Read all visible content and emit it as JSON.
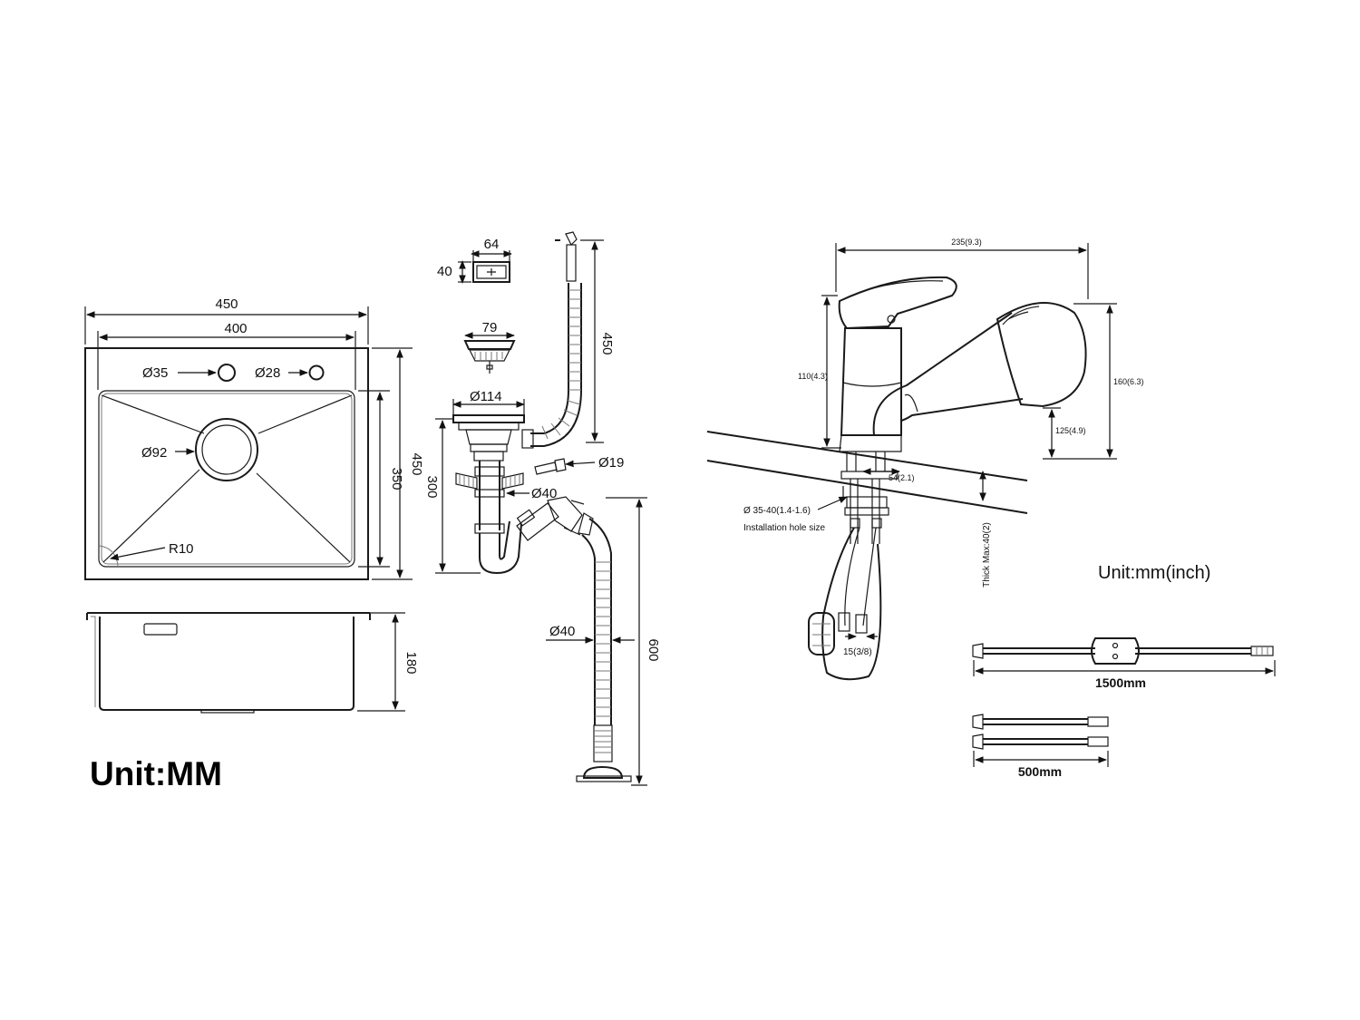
{
  "sink": {
    "width_outer": "450",
    "width_inner": "400",
    "height_outer": "450",
    "height_inner": "350",
    "hole1": "Ø35",
    "hole2": "Ø28",
    "drain_hole": "Ø92",
    "corner_radius": "R10",
    "depth": "180",
    "unit": "Unit:MM"
  },
  "drain_kit": {
    "overflow_width": "64",
    "overflow_height": "40",
    "strainer_dia": "79",
    "overflow_hose_length": "450",
    "flange_dia": "Ø114",
    "drain_height": "300",
    "overflow_pipe": "Ø19",
    "side_inlet": "Ø40",
    "hose_dia": "Ø40",
    "hose_length": "600"
  },
  "faucet": {
    "width": "235(9.3)",
    "body_height": "110(4.3)",
    "total_height": "160(6.3)",
    "spout_height": "125(4.9)",
    "base_offset": "54(2.1)",
    "hole_size": "Ø 35-40(1.4-1.6)",
    "hole_caption": "Installation hole size",
    "thread": "15(3/8)",
    "thick_max": "Thick Max:40(2)",
    "unit": "Unit:mm(inch)"
  },
  "hoses": {
    "long_length": "1500mm",
    "short_length": "500mm"
  }
}
